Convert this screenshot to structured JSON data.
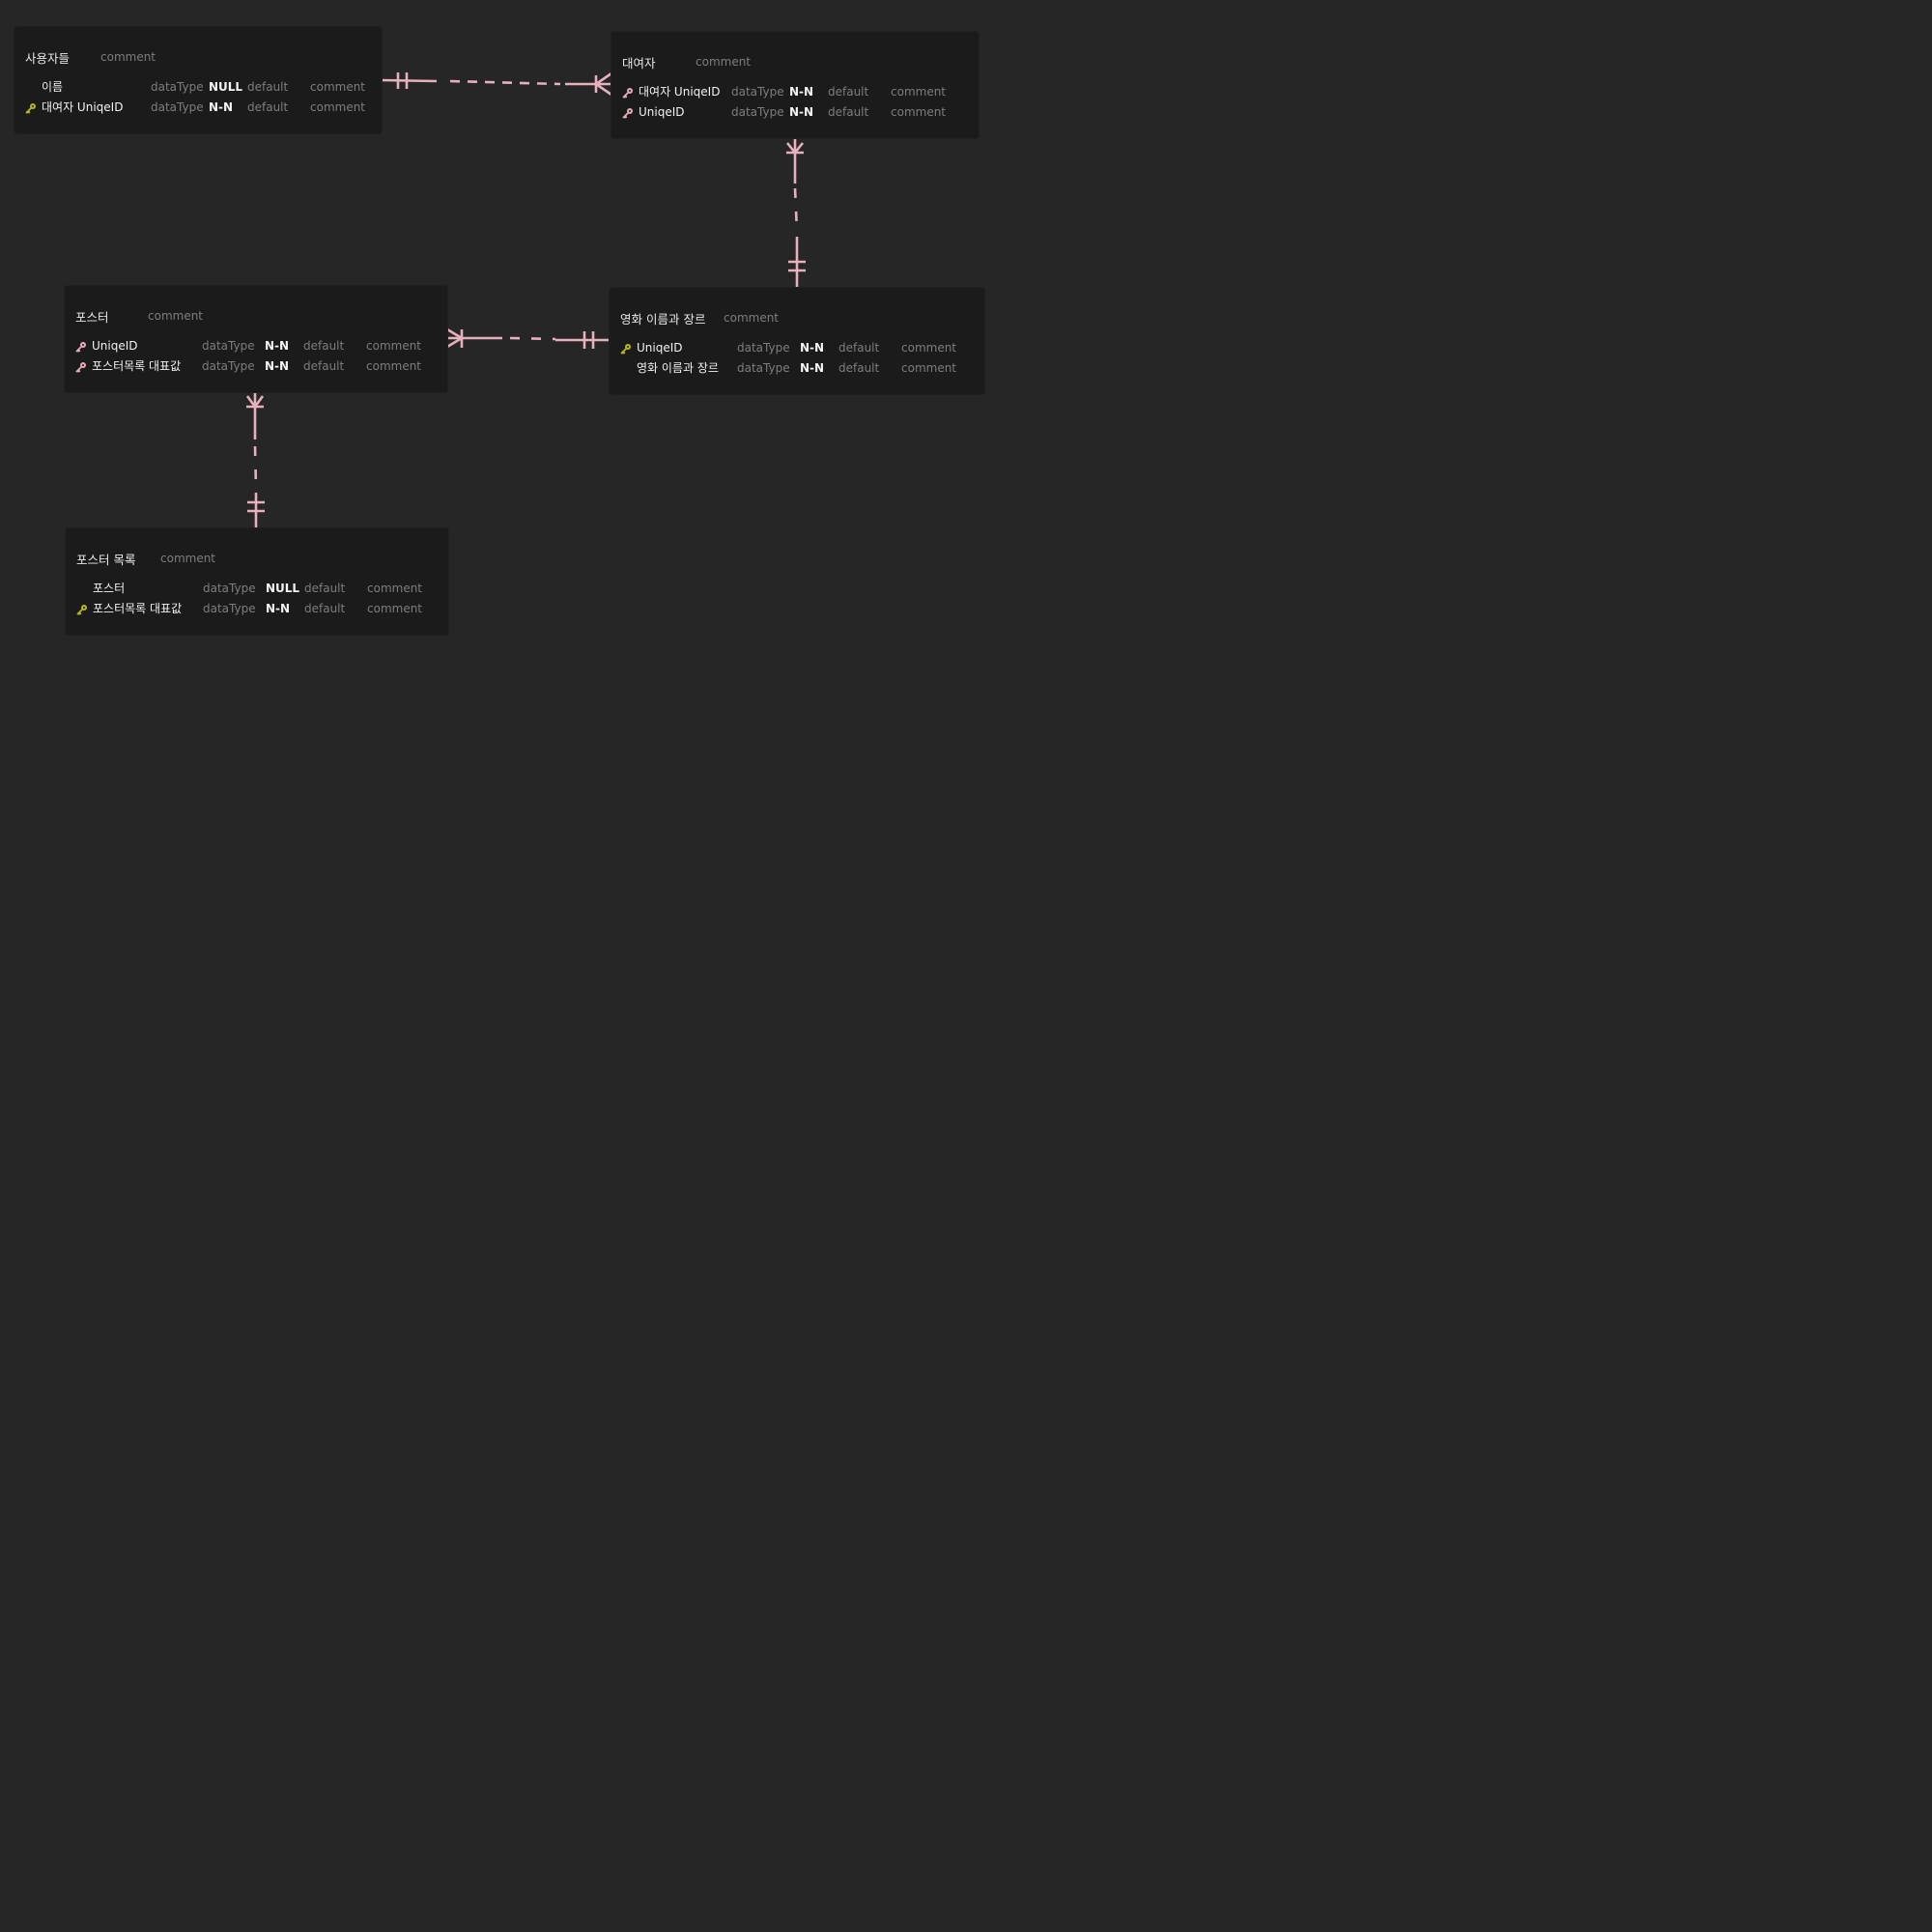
{
  "diagram": {
    "colors": {
      "background": "#262626",
      "table_bg": "#1b1b1b",
      "relation": "#e6b0bd",
      "pk_key": "#b6b81a",
      "fk_key": "#e6a9b8"
    },
    "tables": [
      {
        "id": "users",
        "name": "사용자들",
        "comment": "comment",
        "columns": [
          {
            "name": "이름",
            "key": "none",
            "dataType": "dataType",
            "nullable": "NULL",
            "default": "default",
            "comment": "comment"
          },
          {
            "name": "대여자 UniqeID",
            "key": "pk",
            "dataType": "dataType",
            "nullable": "N-N",
            "default": "default",
            "comment": "comment"
          }
        ]
      },
      {
        "id": "borrower",
        "name": "대여자",
        "comment": "comment",
        "columns": [
          {
            "name": "대여자 UniqeID",
            "key": "fk",
            "dataType": "dataType",
            "nullable": "N-N",
            "default": "default",
            "comment": "comment"
          },
          {
            "name": "UniqeID",
            "key": "fk",
            "dataType": "dataType",
            "nullable": "N-N",
            "default": "default",
            "comment": "comment"
          }
        ]
      },
      {
        "id": "poster",
        "name": "포스터",
        "comment": "comment",
        "columns": [
          {
            "name": "UniqeID",
            "key": "fk",
            "dataType": "dataType",
            "nullable": "N-N",
            "default": "default",
            "comment": "comment"
          },
          {
            "name": "포스터목록 대표값",
            "key": "fk",
            "dataType": "dataType",
            "nullable": "N-N",
            "default": "default",
            "comment": "comment"
          }
        ]
      },
      {
        "id": "movie",
        "name": "영화 이름과 장르",
        "comment": "comment",
        "columns": [
          {
            "name": "UniqeID",
            "key": "pk",
            "dataType": "dataType",
            "nullable": "N-N",
            "default": "default",
            "comment": "comment"
          },
          {
            "name": "영화 이름과 장르",
            "key": "none",
            "dataType": "dataType",
            "nullable": "N-N",
            "default": "default",
            "comment": "comment"
          }
        ]
      },
      {
        "id": "posterlist",
        "name": "포스터 목록",
        "comment": "comment",
        "columns": [
          {
            "name": "포스터",
            "key": "none",
            "dataType": "dataType",
            "nullable": "NULL",
            "default": "default",
            "comment": "comment"
          },
          {
            "name": "포스터목록 대표값",
            "key": "pk",
            "dataType": "dataType",
            "nullable": "N-N",
            "default": "default",
            "comment": "comment"
          }
        ]
      }
    ],
    "relations": [
      {
        "from": "users",
        "to": "borrower",
        "from_cardinality": "one",
        "to_cardinality": "many"
      },
      {
        "from": "movie",
        "to": "borrower",
        "from_cardinality": "one",
        "to_cardinality": "many"
      },
      {
        "from": "movie",
        "to": "poster",
        "from_cardinality": "one",
        "to_cardinality": "many"
      },
      {
        "from": "posterlist",
        "to": "poster",
        "from_cardinality": "one",
        "to_cardinality": "many"
      }
    ]
  }
}
